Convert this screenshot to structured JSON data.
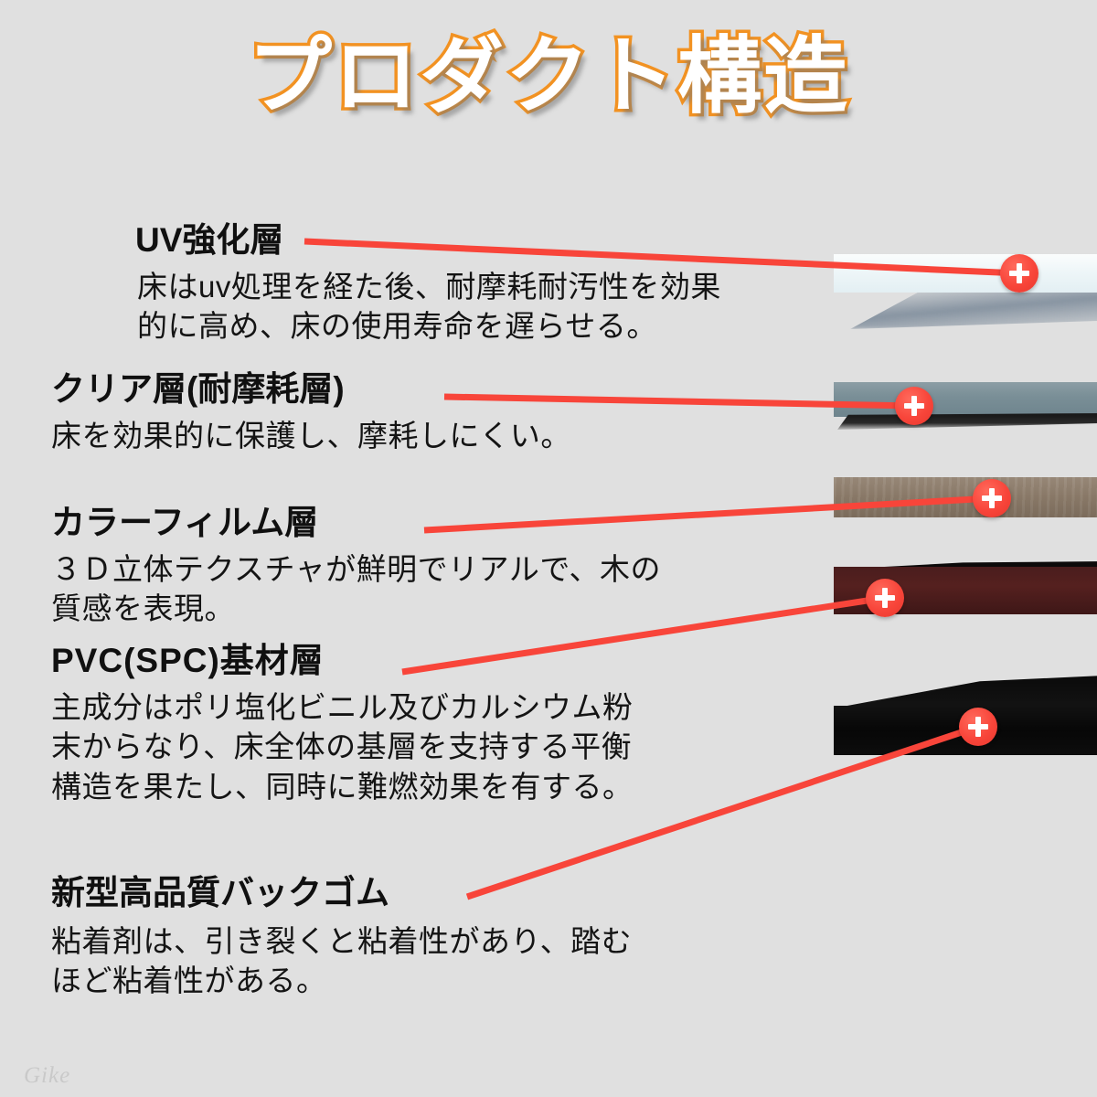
{
  "page": {
    "title": "プロダクト構造",
    "background_color": "#e0e0e0",
    "title_fill_color": "#ffffff",
    "title_outline_color": "#f29222",
    "accent_color": "#f8453a",
    "watermark": "Gike"
  },
  "layers": [
    {
      "id": "uv",
      "title": "UV強化層",
      "body": "床はuv処理を経た後、耐摩耗耐汚性を効果\n的に高め、床の使用寿命を遅らせる。",
      "slab_color": "#eef6f8",
      "marker_label": "+"
    },
    {
      "id": "clear",
      "title": "クリア層(耐摩耗層)",
      "body": "床を効果的に保護し、摩耗しにくい。",
      "slab_color": "#7a8f97",
      "marker_label": "+"
    },
    {
      "id": "film",
      "title": "カラーフィルム層",
      "body": "３Ｄ立体テクスチャが鮮明でリアルで、木の\n質感を表現。",
      "slab_color": "#8d7d6c",
      "marker_label": "+"
    },
    {
      "id": "pvc",
      "title": "PVC(SPC)基材層",
      "body": "主成分はポリ塩化ビニル及びカルシウム粉\n末からなり、床全体の基層を支持する平衡\n構造を果たし、同時に難燃効果を有する。",
      "slab_color": "#55201f",
      "marker_label": "+"
    },
    {
      "id": "rubber",
      "title": "新型高品質バックゴム",
      "body": "粘着剤は、引き裂くと粘着性があり、踏む\nほど粘着性がある。",
      "slab_color": "#0a0a0a",
      "marker_label": "+"
    }
  ]
}
